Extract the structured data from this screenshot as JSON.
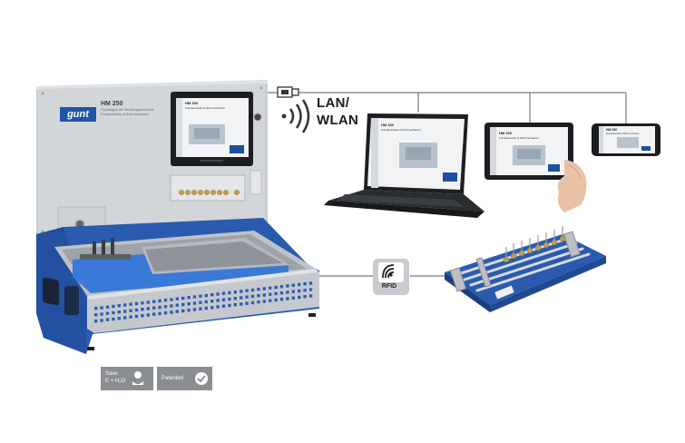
{
  "network": {
    "lan_label": "LAN/",
    "wlan_label": "WLAN",
    "rfid_label": "RFID"
  },
  "device": {
    "brand": "gunt",
    "model": "HM 250",
    "subtitle_de": "Grundlagen der Strömungsmechanik",
    "subtitle_en": "Fundamentals of fluid mechanics",
    "screen_title": "HM 250",
    "screen_subtitle": "Fundamentals of fluid mechanics"
  },
  "laptop": {
    "screen_title": "HM 250",
    "screen_subtitle": "Fundamentals of fluid mechanics"
  },
  "tablet": {
    "screen_title": "HM 250",
    "screen_subtitle": "Fundamentals of fluid mechanics"
  },
  "phone": {
    "screen_title": "HM 250",
    "screen_subtitle": "Fundamentals of fluid mechanics"
  },
  "badges": {
    "save_line1": "Save",
    "save_line2": "E + H₂O",
    "patented": "Patented"
  },
  "colors": {
    "device_blue": "#2d5fb3",
    "gunt_blue": "#1f55a6",
    "panel_grey": "#d4d7da",
    "line_grey": "#777777"
  }
}
